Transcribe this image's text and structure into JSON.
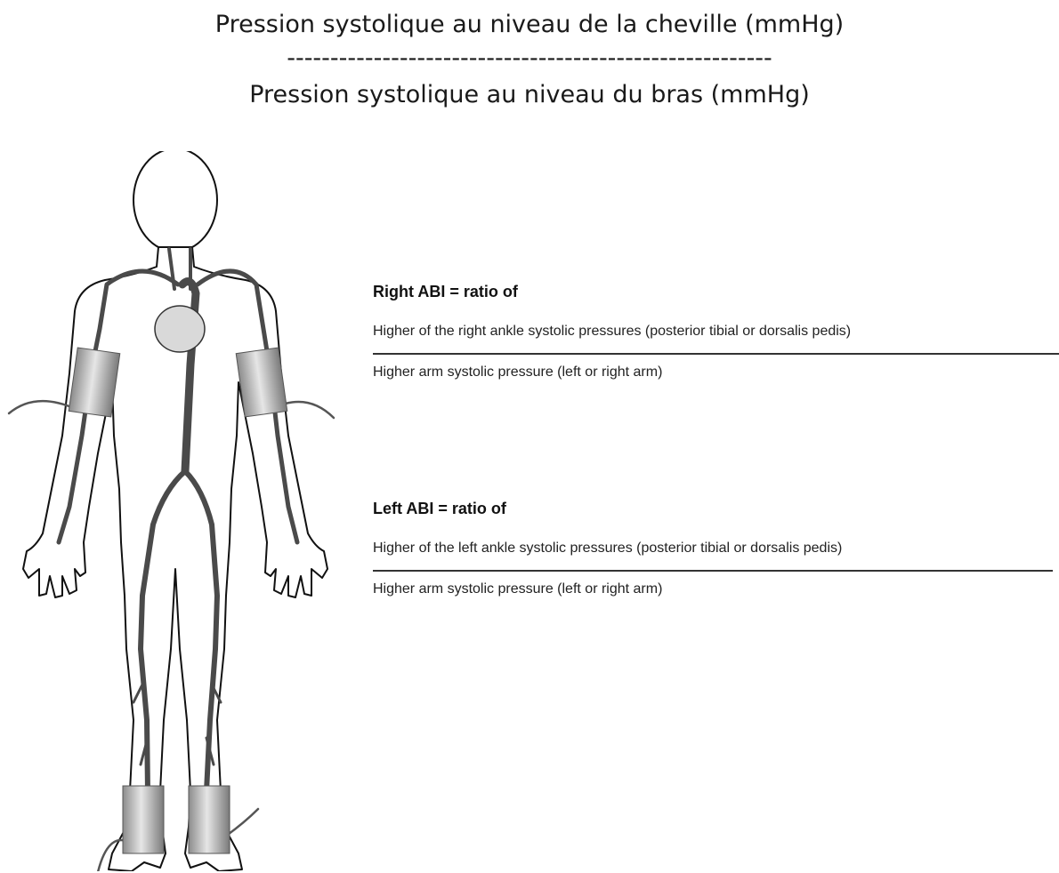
{
  "header": {
    "numerator": "Pression systolique au niveau de la cheville (mmHg)",
    "dashes": "--------------------------------------------------------",
    "denominator": "Pression systolique au niveau du bras (mmHg)"
  },
  "right_abi": {
    "title": "Right ABI = ratio of",
    "numerator": "Higher of the right ankle systolic pressures (posterior tibial or dorsalis pedis)",
    "denominator": "Higher arm systolic pressure (left or right arm)"
  },
  "left_abi": {
    "title": "Left ABI = ratio of",
    "numerator": "Higher of the left ankle systolic pressures (posterior tibial or dorsalis pedis)",
    "denominator": "Higher arm systolic pressure (left or right arm)"
  },
  "colors": {
    "outline": "#111111",
    "artery": "#4a4a4a",
    "cuff": "#b0b0b0",
    "heart": "#d9d9d9"
  }
}
